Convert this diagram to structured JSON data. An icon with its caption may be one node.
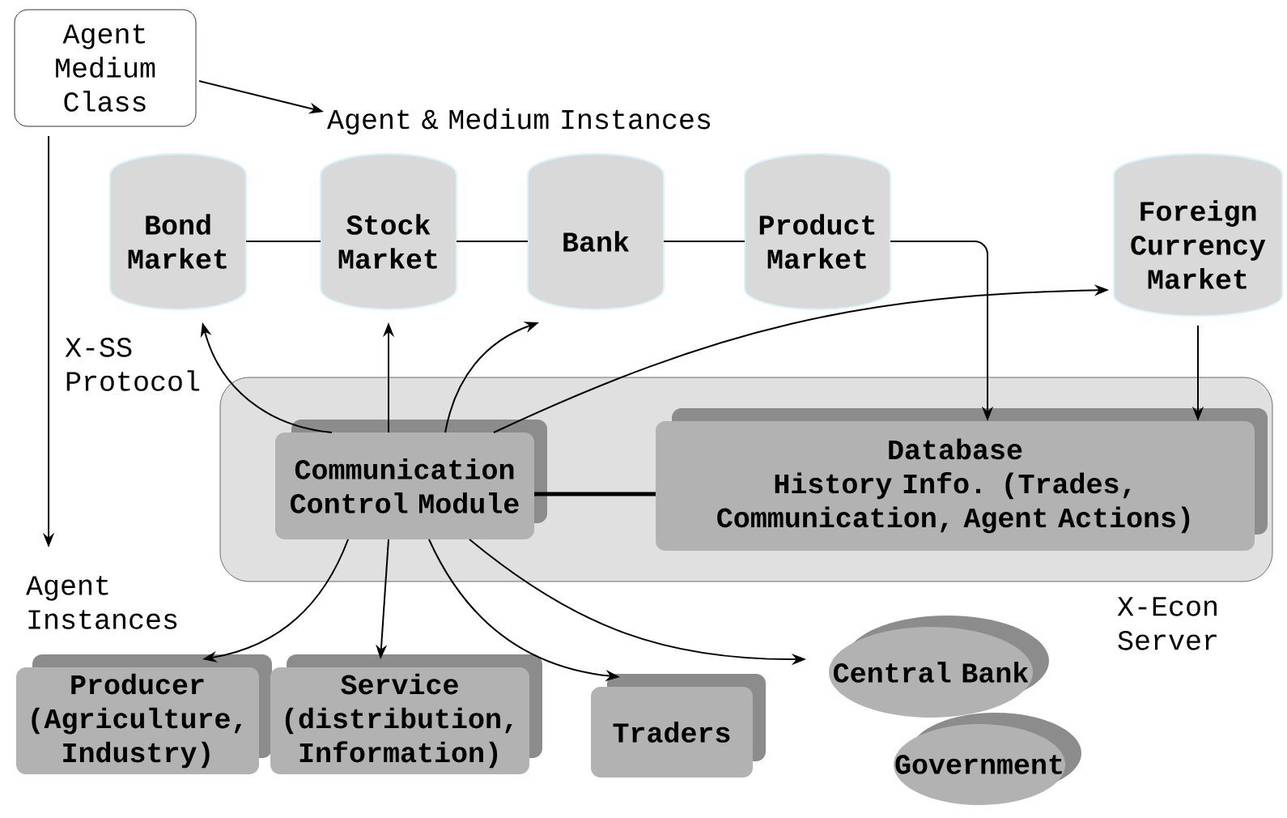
{
  "diagram": {
    "nodes": [
      {
        "text": [
          "Agent Medium Class"
        ]
      },
      {
        "text": [
          "Agent & Medium Instances"
        ]
      },
      {
        "text": [
          "Bond Market"
        ]
      },
      {
        "text": [
          "Stock Market"
        ]
      },
      {
        "text": [
          "Bank"
        ]
      },
      {
        "text": [
          "Product Market"
        ]
      },
      {
        "text": [
          "Foreign Currency Market"
        ]
      },
      {
        "text": [
          "X-Econ Server"
        ]
      },
      {
        "text": [
          "Communication Control Module"
        ],
        "in": 7
      },
      {
        "text": [
          "Database",
          "History Info. (Trades, Communication, Agent Actions)"
        ],
        "in": 7
      },
      {
        "text": [
          "Producer (Agriculture, Industry)"
        ]
      },
      {
        "text": [
          "Service (distribution, Information)"
        ]
      },
      {
        "text": [
          "Traders"
        ]
      },
      {
        "text": [
          "Central Bank"
        ]
      },
      {
        "text": [
          "Government"
        ]
      },
      {
        "text": [
          "Agent Instances"
        ]
      }
    ],
    "edges": [
      {
        "from": 0,
        "to": 1,
        "arrow": "to"
      },
      {
        "from": 2,
        "to": 3,
        "arrow": "none"
      },
      {
        "from": 3,
        "to": 4,
        "arrow": "none"
      },
      {
        "from": 4,
        "to": 5,
        "arrow": "none"
      },
      {
        "from": 5,
        "to": 9,
        "arrow": "to"
      },
      {
        "from": 6,
        "to": 9,
        "arrow": "to"
      },
      {
        "from": 8,
        "to": 2,
        "arrow": "to"
      },
      {
        "from": 8,
        "to": 3,
        "arrow": "to"
      },
      {
        "from": 8,
        "to": 4,
        "arrow": "to"
      },
      {
        "from": 8,
        "to": 6,
        "arrow": "to"
      },
      {
        "from": 8,
        "to": 9,
        "arrow": "none",
        "style": "thick"
      },
      {
        "from": 8,
        "to": 10,
        "arrow": "to"
      },
      {
        "from": 8,
        "to": 11,
        "arrow": "to"
      },
      {
        "from": 8,
        "to": 12,
        "arrow": "to"
      },
      {
        "from": 8,
        "to": 13,
        "arrow": "to"
      },
      {
        "from": 0,
        "to": 15,
        "arrow": "to"
      }
    ],
    "labels": [
      "X-SS Protocol"
    ]
  }
}
